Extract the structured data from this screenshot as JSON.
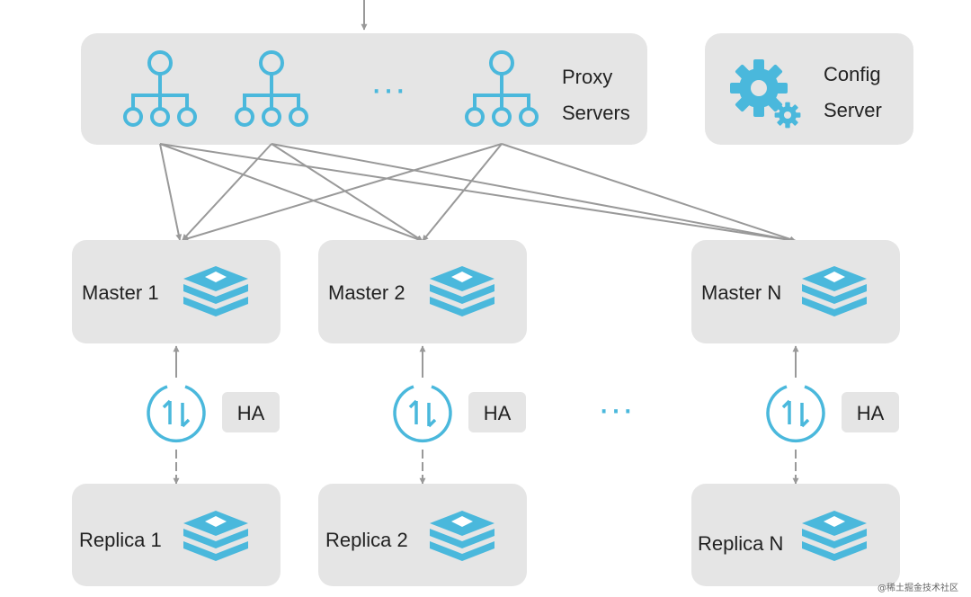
{
  "proxy": {
    "label_line1": "Proxy",
    "label_line2": "Servers",
    "ellipsis": "···"
  },
  "config": {
    "label_line1": "Config",
    "label_line2": "Server"
  },
  "masters": [
    {
      "label": "Master 1"
    },
    {
      "label": "Master 2"
    },
    {
      "label": "Master N"
    }
  ],
  "replicas": [
    {
      "label": "Replica 1"
    },
    {
      "label": "Replica 2"
    },
    {
      "label": "Replica N"
    }
  ],
  "ha_label": "HA",
  "mid_ellipsis": "···",
  "watermark": "@稀土掘金技术社区",
  "colors": {
    "box_fill": "#e5e5e5",
    "accent_blue": "#4ab8dc",
    "arrow_gray": "#999999",
    "text": "#222222"
  },
  "icons": {
    "proxy": "network-tree-icon",
    "config": "gears-icon",
    "redis": "redis-stack-icon",
    "ha": "swap-arrows-icon"
  }
}
